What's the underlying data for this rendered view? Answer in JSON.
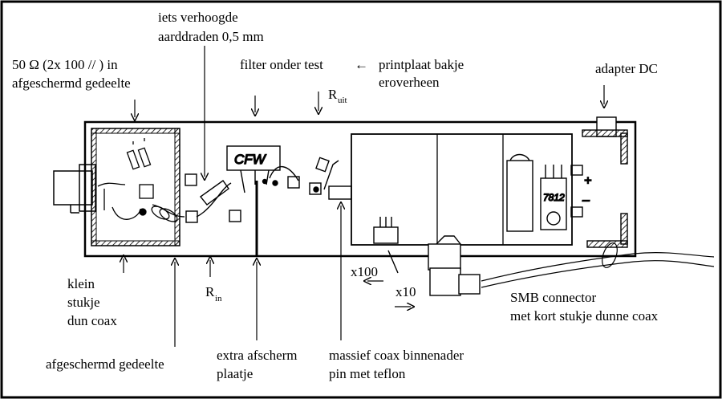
{
  "labels": {
    "iets_verhoogde": "iets verhoogde",
    "aarddraden": "aarddraden 0,5 mm",
    "ohm_line1": "50 Ω   (2x 100 // ) in",
    "ohm_line2": "afgeschermd gedeelte",
    "filter_onder_test": "filter onder test",
    "arrow_left": "←",
    "printplaat_line1": "printplaat bakje",
    "printplaat_line2": "eroverheen",
    "r_uit": "R",
    "r_uit_sub": "uit",
    "adapter_dc": "adapter DC",
    "klein_1": "klein",
    "klein_2": "stukje",
    "klein_3": "dun coax",
    "r_in": "R",
    "r_in_sub": "in",
    "x100": "x100",
    "x10": "x10",
    "smb_1": "SMB connector",
    "smb_2": "met kort stukje dunne coax",
    "afgeschermd_bottom": "afgeschermd gedeelte",
    "extra_1": "extra afscherm",
    "extra_2": "plaatje",
    "massief_1": "massief coax binnenader",
    "massief_2": "pin met teflon",
    "cfw": "CFW",
    "reg_7812": "7812",
    "plus": "+",
    "minus": "–"
  }
}
